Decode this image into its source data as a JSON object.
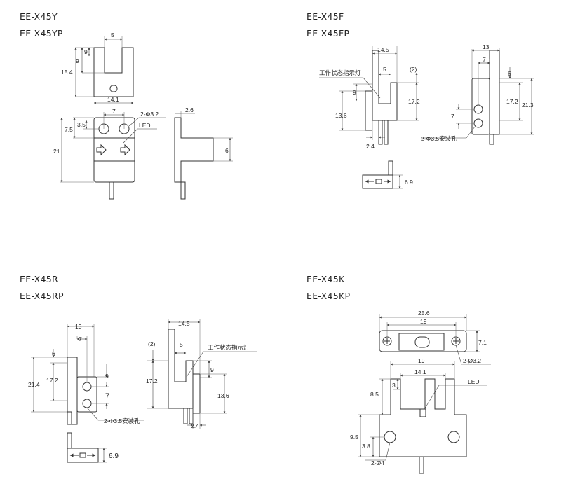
{
  "sections": [
    {
      "models": [
        "EE-X45Y",
        "EE-X45YP"
      ]
    },
    {
      "models": [
        "EE-X45F",
        "EE-X45FP"
      ]
    },
    {
      "models": [
        "EE-X45R",
        "EE-X45RP"
      ]
    },
    {
      "models": [
        "EE-X45K",
        "EE-X45KP"
      ]
    }
  ],
  "y": {
    "w5": "5",
    "h9": "9",
    "h15_4": "15.4",
    "w14_1": "14.1",
    "w7": "7",
    "hole": "2-Φ3.2",
    "led": "LED",
    "w2_6": "2.6",
    "h3_5": "3.5",
    "h7_5": "7.5",
    "h21": "21",
    "h6": "6"
  },
  "f": {
    "w14_5": "14.5",
    "w5": "5",
    "p2": "(2)",
    "indicator": "工作状态指示灯",
    "h9": "9",
    "h17_2": "17.2",
    "h13_6": "13.6",
    "w2_4": "2.4",
    "w13": "13",
    "w7": "7",
    "h6": "6",
    "h17_2b": "17.2",
    "h21_3": "21.3",
    "h7": "7",
    "mount": "2-Φ3.5安装孔",
    "h6_9": "6.9"
  },
  "r": {
    "w13": "13",
    "w7": "7",
    "h6": "6",
    "h9": "9",
    "h21_4": "21.4",
    "h17_2": "17.2",
    "h7": "7",
    "mount": "2-Φ3.5安装孔",
    "w14_5": "14.5",
    "p2": "(2)",
    "w5": "5",
    "indicator": "工作状态指示灯",
    "h9b": "9",
    "h17_2b": "17.2",
    "h13_6": "13.6",
    "w2_4": "2.4",
    "h6_9": "6.9"
  },
  "k": {
    "w25_6": "25.6",
    "w19": "19",
    "h7_1": "7.1",
    "hole": "2-Ø3.2",
    "w19b": "19",
    "w14_1": "14.1",
    "h3": "3",
    "led": "LED",
    "h8_5": "8.5",
    "h9_5": "9.5",
    "h3_8": "3.8",
    "hole4": "2-Ø4"
  }
}
